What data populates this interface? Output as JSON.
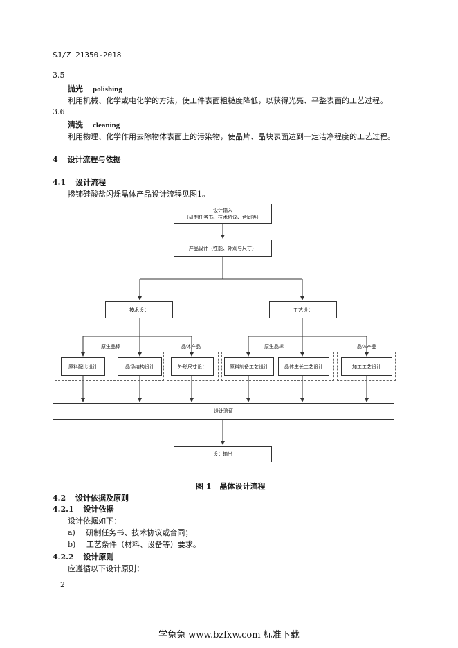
{
  "header": {
    "doc_code": "SJ/Z 21350-2018"
  },
  "sections": {
    "s3_5": {
      "num": "3.5",
      "term_cn": "抛光",
      "term_en": "polishing",
      "definition": "利用机械、化学或电化学的方法，使工件表面粗糙度降低，以获得光亮、平整表面的工艺过程。"
    },
    "s3_6": {
      "num": "3.6",
      "term_cn": "清洗",
      "term_en": "cleaning",
      "definition": "利用物理、化学作用去除物体表面上的污染物，使晶片、晶块表面达到一定洁净程度的工艺过程。"
    },
    "s4": {
      "num": "4",
      "title": "设计流程与依据"
    },
    "s4_1": {
      "num": "4.1",
      "title": "设计流程",
      "body": "掺铈硅酸盐闪烁晶体产品设计流程见图1。"
    },
    "s4_2": {
      "num": "4.2",
      "title": "设计依据及原则"
    },
    "s4_2_1": {
      "num": "4.2.1",
      "title": "设计依据",
      "intro": "设计依据如下：",
      "items": [
        {
          "marker": "a)",
          "text": "研制任务书、技术协议或合同；"
        },
        {
          "marker": "b)",
          "text": "工艺条件（材料、设备等）要求。"
        }
      ]
    },
    "s4_2_2": {
      "num": "4.2.2",
      "title": "设计原则",
      "intro": "应遵循以下设计原则："
    }
  },
  "flowchart": {
    "input": {
      "line1": "设计输入",
      "line2": "（研制任务书、技术协议、合同等）"
    },
    "product_design": "产品设计（性能、外观与尺寸）",
    "tech_design": "技术设计",
    "process_design": "工艺设计",
    "groups": {
      "tech_raw": "原生晶棒",
      "tech_product": "晶体产品",
      "proc_raw": "原生晶棒",
      "proc_product": "晶体产品"
    },
    "leaves": {
      "raw_mix": "原料配比设计",
      "crystal_field": "晶场结构设计",
      "shape_size": "外形尺寸设计",
      "raw_prep": "原料制备工艺设计",
      "crystal_growth": "晶体生长工艺设计",
      "processing": "加工工艺设计"
    },
    "verify": "设计验证",
    "output": "设计输出",
    "caption": {
      "num": "图 1",
      "title": "晶体设计流程"
    }
  },
  "footer": {
    "page_number": "2",
    "watermark": "学兔兔  www.bzfxw.com  标准下载"
  }
}
